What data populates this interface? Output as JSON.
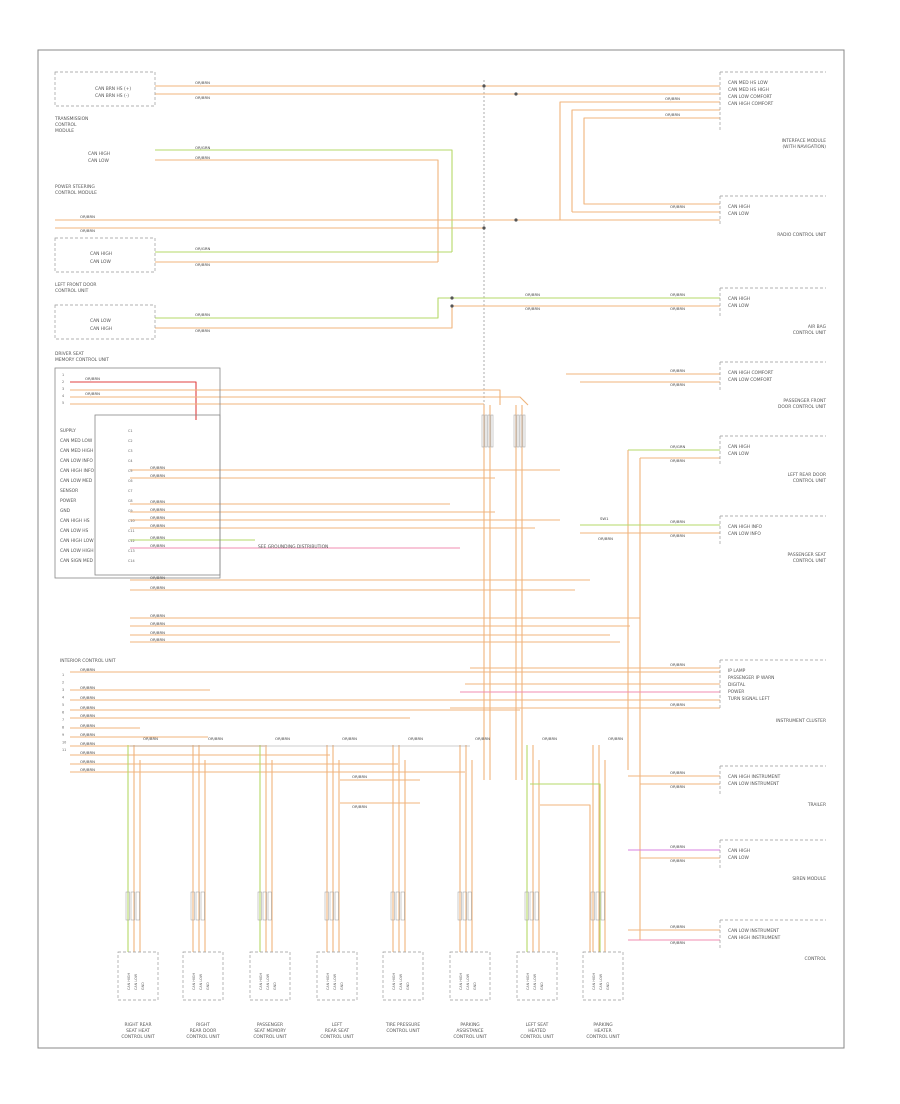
{
  "diagram": {
    "title_left": "",
    "footer_left": "",
    "colors": {
      "orange": "#f0b47c",
      "orange_dark": "#e8a060",
      "green": "#b6d968",
      "pink": "#f08cb0",
      "magenta": "#d880e0",
      "red": "#e04040",
      "bus": "#9a9a9a"
    },
    "left_modules": [
      {
        "id": "ecm",
        "lines": [],
        "pins": [
          "CAN BRN HS (+)",
          "CAN BRN HS (-)"
        ]
      },
      {
        "id": "trans",
        "lines": [
          "TRANSMISSION",
          "CONTROL",
          "MODULE"
        ],
        "pins": []
      },
      {
        "id": "abs",
        "lines": [
          "CAN HIGH",
          "CAN LOW"
        ],
        "pins": []
      },
      {
        "id": "epas",
        "lines": [
          "POWER STEERING",
          "CONTROL MODULE"
        ],
        "pins": []
      },
      {
        "id": "pam",
        "lines": [
          "CAN HIGH",
          "CAN LOW"
        ],
        "pins": []
      },
      {
        "id": "ldp",
        "lines": [
          "LEFT FRONT DOOR",
          "CONTROL UNIT"
        ],
        "pins": [
          "CAN LOW",
          "CAN HIGH"
        ]
      },
      {
        "id": "dsm",
        "lines": [
          "DRIVER SEAT",
          "MEMORY CONTROL UNIT"
        ],
        "pins": []
      },
      {
        "id": "gem",
        "lines": [],
        "pins": [
          "SUPPLY",
          "CAN MED LOW",
          "CAN MED HIGH",
          "CAN LOW INFO",
          "CAN HIGH INFO",
          "CAN LOW MED",
          "SENSOR",
          "POWER",
          "GND",
          "CAN HIGH HS",
          "CAN LOW HS",
          "CAN HIGH LOW",
          "CAN LOW HIGH",
          "CAN SIGN MED"
        ]
      },
      {
        "id": "rear",
        "lines": [
          "INTERIOR CONTROL UNIT"
        ],
        "pins": []
      }
    ],
    "right_modules": [
      {
        "id": "r1",
        "lines": [
          "INTERFACE MODULE",
          "(WITH NAVIGATION)"
        ],
        "pins": [
          "CAN MED HS LOW",
          "CAN MED HS HIGH",
          "CAN LOW COMFORT",
          "CAN HIGH COMFORT"
        ]
      },
      {
        "id": "r2",
        "lines": [
          "RADIO CONTROL UNIT"
        ],
        "pins": [
          "CAN HIGH",
          "CAN LOW"
        ]
      },
      {
        "id": "r3",
        "lines": [
          "AIR BAG",
          "CONTROL UNIT"
        ],
        "pins": [
          "CAN HIGH",
          "CAN LOW"
        ]
      },
      {
        "id": "r4",
        "lines": [
          "PASSENGER FRONT",
          "DOOR CONTROL UNIT"
        ],
        "pins": [
          "CAN HIGH COMFORT",
          "CAN LOW COMFORT"
        ]
      },
      {
        "id": "r5",
        "lines": [
          "LEFT REAR DOOR",
          "CONTROL UNIT"
        ],
        "pins": [
          "CAN HIGH",
          "CAN LOW"
        ]
      },
      {
        "id": "r6",
        "lines": [
          "PASSENGER SEAT",
          "CONTROL UNIT"
        ],
        "pins": [
          "CAN HIGH INFO",
          "CAN LOW INFO"
        ]
      },
      {
        "id": "r7",
        "lines": [
          "INSTRUMENT CLUSTER"
        ],
        "pins": [
          "IP LAMP",
          "PASSENGER IP WARN",
          "DIGITAL",
          "POWER",
          "TURN SIGNAL LEFT"
        ]
      },
      {
        "id": "r8",
        "lines": [
          "TRAILER"
        ],
        "pins": [
          "CAN HIGH INSTRUMENT",
          "CAN LOW INSTRUMENT"
        ]
      },
      {
        "id": "r9",
        "lines": [
          "SIREN MODULE"
        ],
        "pins": [
          "CAN HIGH",
          "CAN LOW"
        ]
      },
      {
        "id": "r10",
        "lines": [
          "CONTROL"
        ],
        "pins": [
          "CAN LOW INSTRUMENT",
          "CAN HIGH INSTRUMENT"
        ]
      }
    ],
    "bottom_modules": [
      {
        "id": "b1",
        "lines": [
          "RIGHT REAR",
          "SEAT HEAT",
          "CONTROL UNIT"
        ],
        "pins": [
          "CAN HIGH",
          "CAN LOW",
          "GND"
        ]
      },
      {
        "id": "b2",
        "lines": [
          "RIGHT",
          "REAR DOOR",
          "CONTROL UNIT"
        ],
        "pins": [
          "CAN HIGH",
          "CAN LOW",
          "GND"
        ]
      },
      {
        "id": "b3",
        "lines": [
          "PASSENGER",
          "SEAT MEMORY",
          "CONTROL UNIT"
        ],
        "pins": [
          "CAN HIGH",
          "CAN LOW",
          "GND"
        ]
      },
      {
        "id": "b4",
        "lines": [
          "LEFT",
          "REAR SEAT",
          "CONTROL UNIT"
        ],
        "pins": [
          "CAN HIGH",
          "CAN LOW",
          "GND"
        ]
      },
      {
        "id": "b5",
        "lines": [
          "TIRE PRESSURE",
          "CONTROL UNIT"
        ],
        "pins": [
          "CAN HIGH",
          "CAN LOW",
          "GND"
        ]
      },
      {
        "id": "b6",
        "lines": [
          "PARKING",
          "ASSISTANCE",
          "CONTROL UNIT"
        ],
        "pins": [
          "CAN HIGH",
          "CAN LOW",
          "GND"
        ]
      },
      {
        "id": "b7",
        "lines": [
          "LEFT SEAT",
          "HEATED",
          "CONTROL UNIT"
        ],
        "pins": [
          "CAN HIGH",
          "CAN LOW",
          "GND"
        ]
      },
      {
        "id": "b8",
        "lines": [
          "PARKING",
          "HEATER",
          "CONTROL UNIT"
        ],
        "pins": [
          "CAN HIGH",
          "CAN LOW",
          "GND"
        ]
      }
    ],
    "wire_label": "OR/BRN",
    "wire_label_alt": "OR/GRN",
    "note": "SEE GROUNDING DISTRIBUTION"
  }
}
